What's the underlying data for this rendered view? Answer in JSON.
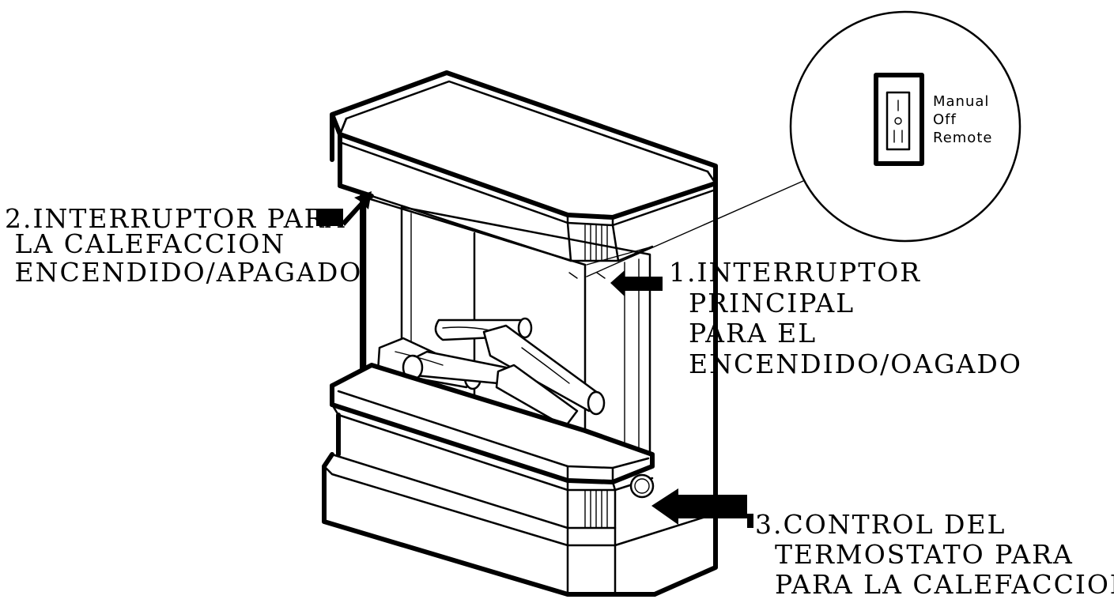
{
  "callouts": [
    {
      "lines": [
        "1.INTERRUPTOR",
        "  PRINCIPAL",
        "  PARA EL",
        "  ENCENDIDO/OAGADO"
      ]
    },
    {
      "lines": [
        "2.INTERRUPTOR PARA",
        " LA CALEFACCION",
        " ENCENDIDO/APAGADO"
      ]
    },
    {
      "lines": [
        "3.CONTROL DEL",
        "  TERMOSTATO PARA",
        "  PARA LA CALEFACCION"
      ]
    }
  ],
  "switch_inset": {
    "positions": [
      "Manual",
      "Off",
      "Remote"
    ]
  }
}
